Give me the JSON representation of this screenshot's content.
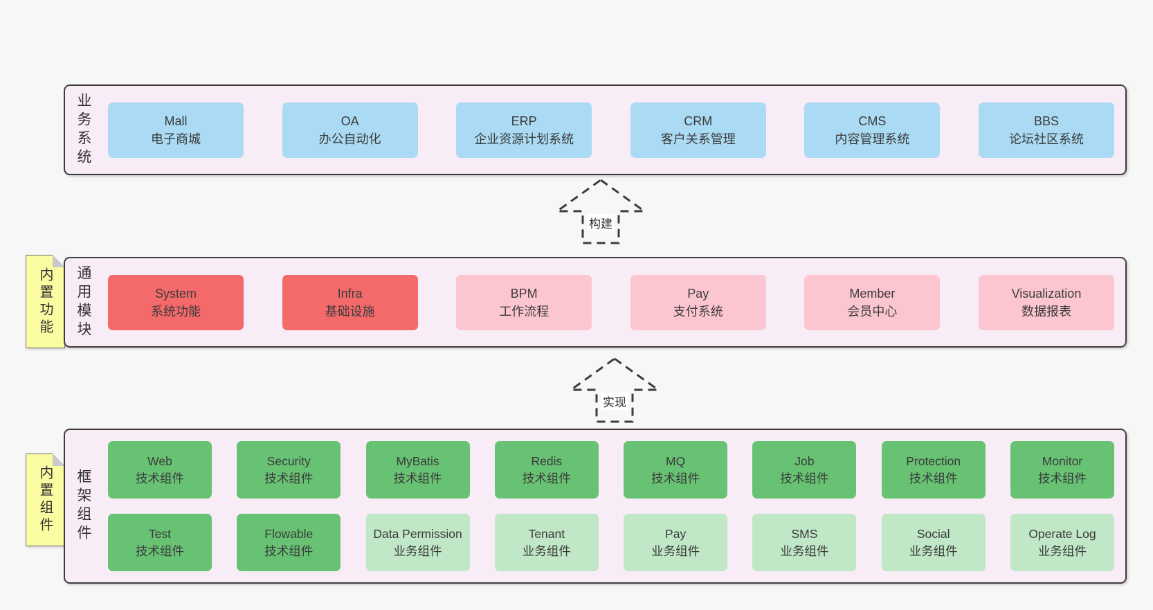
{
  "sections": [
    {
      "side_label": "业务系统",
      "sticky_label": null,
      "rows": [
        [
          {
            "name": "Mall",
            "desc": "电子商城",
            "type": "blue"
          },
          {
            "name": "OA",
            "desc": "办公自动化",
            "type": "blue"
          },
          {
            "name": "ERP",
            "desc": "企业资源计划系统",
            "type": "blue"
          },
          {
            "name": "CRM",
            "desc": "客户关系管理",
            "type": "blue"
          },
          {
            "name": "CMS",
            "desc": "内容管理系统",
            "type": "blue"
          },
          {
            "name": "BBS",
            "desc": "论坛社区系统",
            "type": "blue"
          }
        ]
      ]
    },
    {
      "side_label": "通用模块",
      "sticky_label": "内置功能",
      "rows": [
        [
          {
            "name": "System",
            "desc": "系统功能",
            "type": "red"
          },
          {
            "name": "Infra",
            "desc": "基础设施",
            "type": "red"
          },
          {
            "name": "BPM",
            "desc": "工作流程",
            "type": "pink"
          },
          {
            "name": "Pay",
            "desc": "支付系统",
            "type": "pink"
          },
          {
            "name": "Member",
            "desc": "会员中心",
            "type": "pink"
          },
          {
            "name": "Visualization",
            "desc": "数据报表",
            "type": "pink"
          }
        ]
      ]
    },
    {
      "side_label": "框架组件",
      "sticky_label": "内置组件",
      "rows": [
        [
          {
            "name": "Web",
            "desc": "技术组件",
            "type": "green"
          },
          {
            "name": "Security",
            "desc": "技术组件",
            "type": "green"
          },
          {
            "name": "MyBatis",
            "desc": "技术组件",
            "type": "green"
          },
          {
            "name": "Redis",
            "desc": "技术组件",
            "type": "green"
          },
          {
            "name": "MQ",
            "desc": "技术组件",
            "type": "green"
          },
          {
            "name": "Job",
            "desc": "技术组件",
            "type": "green"
          },
          {
            "name": "Protection",
            "desc": "技术组件",
            "type": "green"
          },
          {
            "name": "Monitor",
            "desc": "技术组件",
            "type": "green"
          }
        ],
        [
          {
            "name": "Test",
            "desc": "技术组件",
            "type": "green"
          },
          {
            "name": "Flowable",
            "desc": "技术组件",
            "type": "green"
          },
          {
            "name": "Data Permission",
            "desc": "业务组件",
            "type": "lightgreen"
          },
          {
            "name": "Tenant",
            "desc": "业务组件",
            "type": "lightgreen"
          },
          {
            "name": "Pay",
            "desc": "业务组件",
            "type": "lightgreen"
          },
          {
            "name": "SMS",
            "desc": "业务组件",
            "type": "lightgreen"
          },
          {
            "name": "Social",
            "desc": "业务组件",
            "type": "lightgreen"
          },
          {
            "name": "Operate Log",
            "desc": "业务组件",
            "type": "lightgreen"
          }
        ]
      ]
    }
  ],
  "arrows": [
    {
      "label": "构建"
    },
    {
      "label": "实现"
    }
  ],
  "colors": {
    "page-bg": "#f7f7f7",
    "container-bg": "#f8edf6",
    "sticky-bg": "#fbfba2",
    "border": "#3d3d3d",
    "text": "#3b3b3b",
    "blue": "#abdbf4",
    "red": "#f4696a",
    "pink": "#fcc6d0",
    "green": "#68c274",
    "lightgreen": "#c0e7c6"
  }
}
